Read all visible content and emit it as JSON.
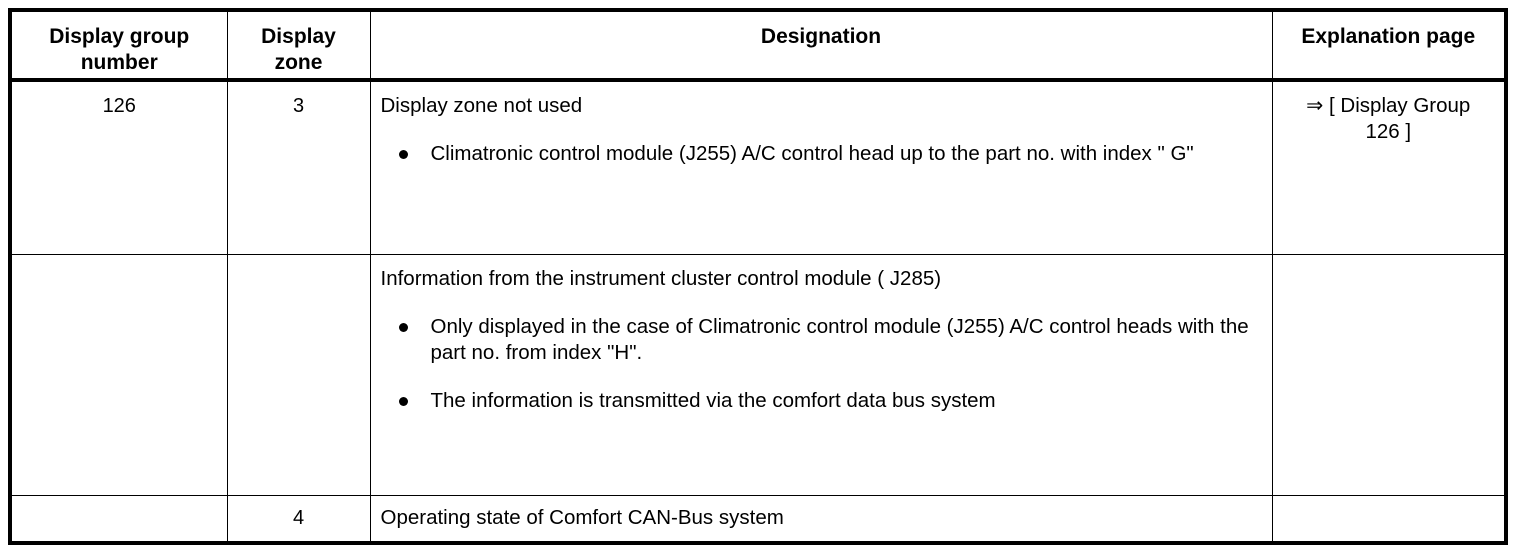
{
  "table": {
    "headers": {
      "display_group_number": "Display group\nnumber",
      "display_group_number_line1": "Display group",
      "display_group_number_line2": "number",
      "display_zone_line1": "Display",
      "display_zone_line2": "zone",
      "designation": "Designation",
      "explanation_page": "Explanation page"
    },
    "rows": [
      {
        "display_group_number": "126",
        "display_zone": "3",
        "designation_lead": "Display zone not used",
        "designation_bullets": [
          "Climatronic control module (J255) A/C control head up to the part no. with index \" G\""
        ],
        "explanation_page_line1": "⇒ [ Display Group",
        "explanation_page_line2": "126 ]"
      },
      {
        "display_group_number": "",
        "display_zone": "",
        "designation_lead": "Information from the instrument cluster control module ( J285)",
        "designation_bullets": [
          "Only displayed in the case of Climatronic control module (J255) A/C control heads with the part no. from index \"H\".",
          "The information is transmitted via the comfort data bus system"
        ],
        "explanation_page_line1": "",
        "explanation_page_line2": ""
      },
      {
        "display_group_number": "",
        "display_zone": "4",
        "designation_lead": "Operating state of Comfort CAN-Bus system",
        "designation_bullets": [],
        "explanation_page_line1": "",
        "explanation_page_line2": ""
      }
    ]
  },
  "colors": {
    "ink": "#000000",
    "paper": "#ffffff"
  }
}
